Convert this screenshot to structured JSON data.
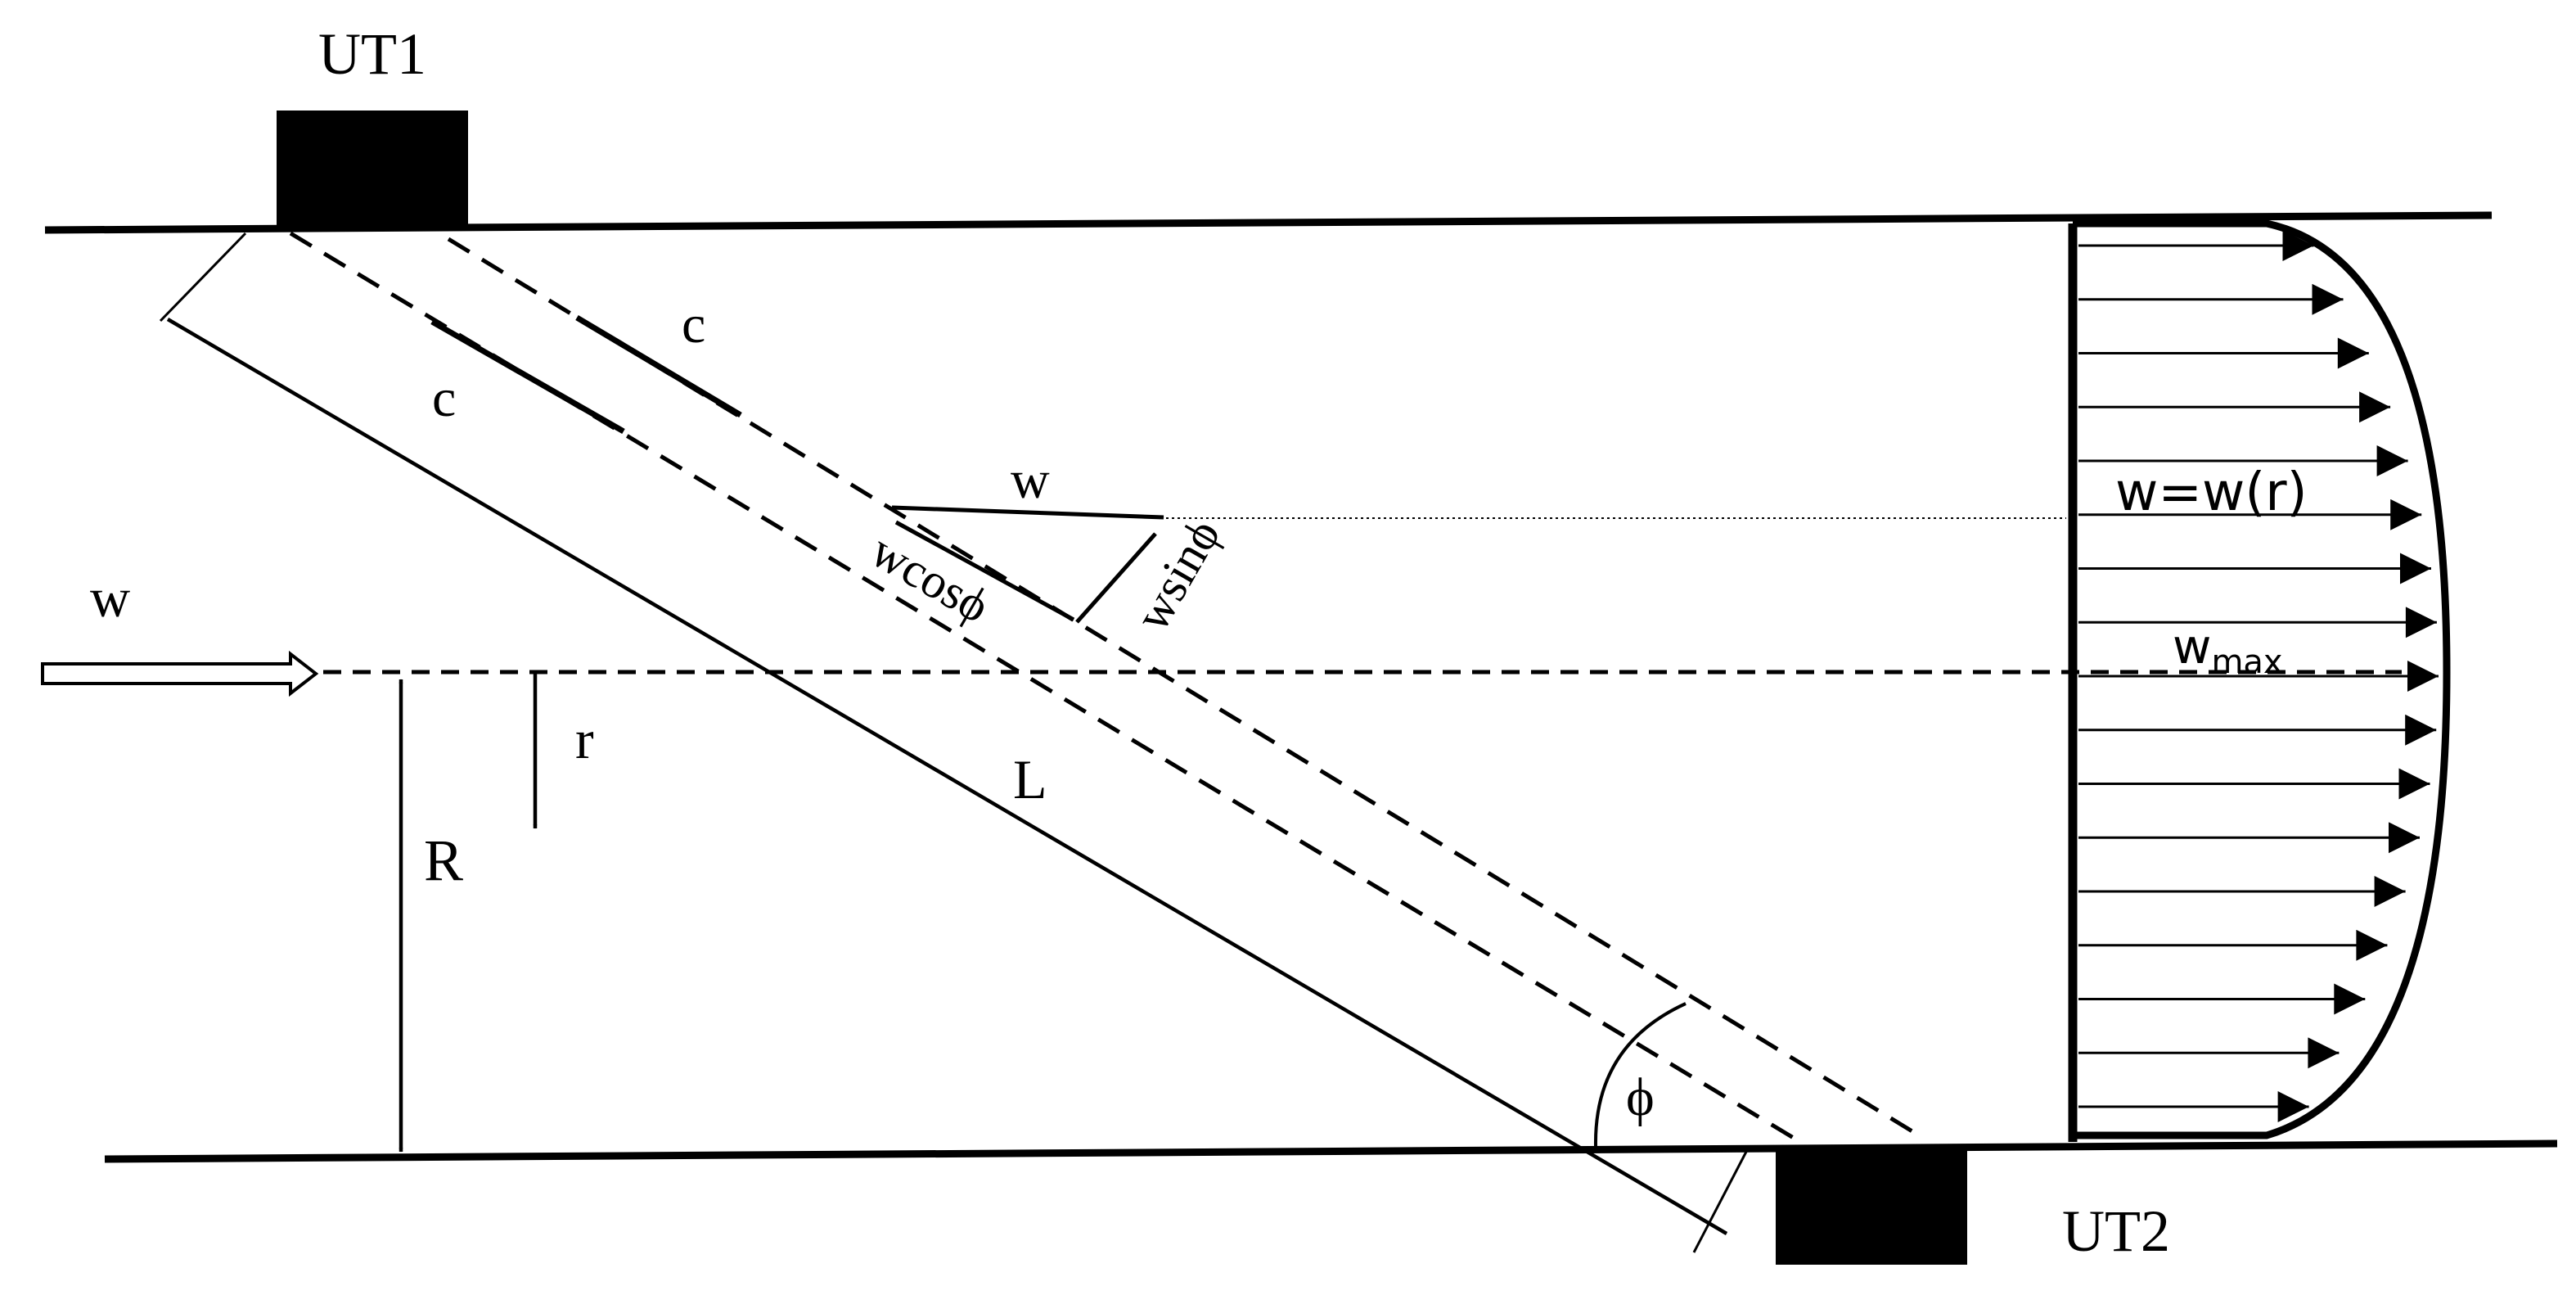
{
  "labels": {
    "ut1": "UT1",
    "ut2": "UT2",
    "c_forward": "c",
    "c_backward": "c",
    "w_vector": "w",
    "w_cos": "wcosϕ",
    "w_sin": "wsinϕ",
    "w_inlet": "w",
    "r": "r",
    "R": "R",
    "L": "L",
    "phi": "ϕ",
    "w_profile": "w=w(r)",
    "w_max_base": "w",
    "w_max_sub": "max"
  },
  "profile": {
    "arrow_count": 17,
    "shape": "parabolic"
  }
}
